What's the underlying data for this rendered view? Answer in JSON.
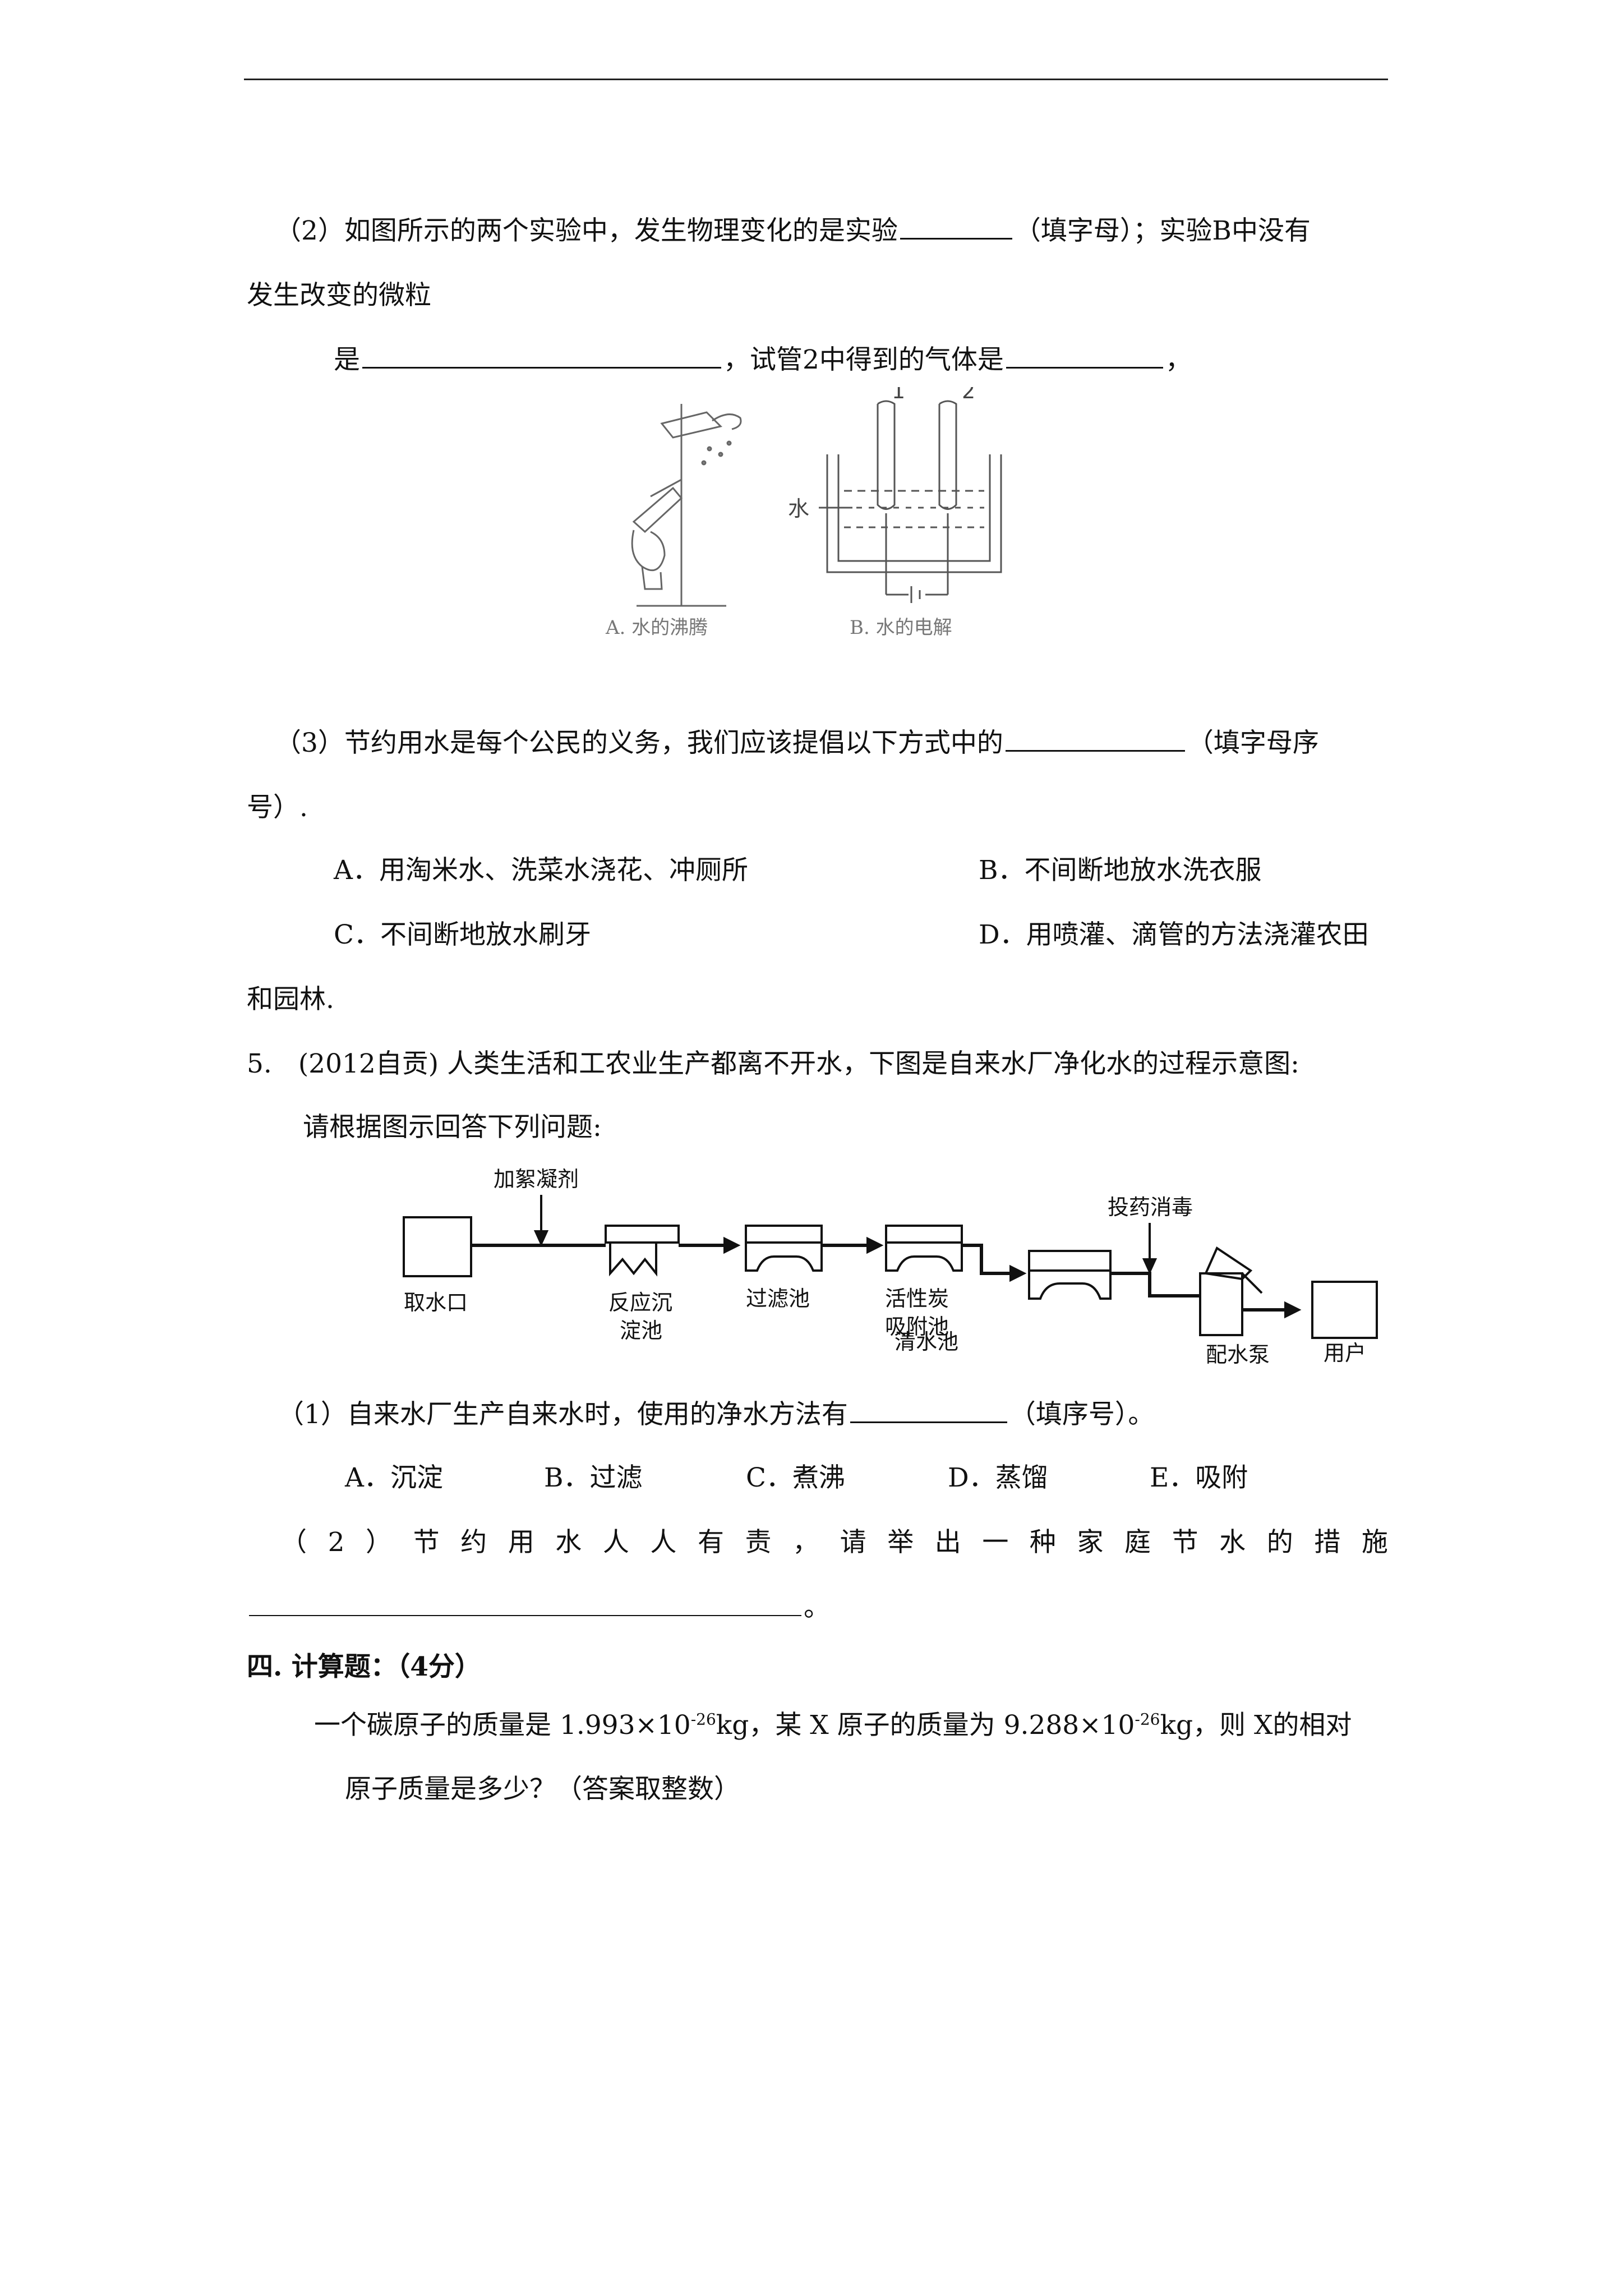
{
  "q2": {
    "line1_a": "（2）如图所示的两个实验中，发生物理变化的是实验",
    "line1_b": "（填字母）；实验B中没有",
    "line2": "发生改变的微粒",
    "line3_a": "是",
    "line3_b": "，试管2中得到的气体是",
    "line3_c": "，"
  },
  "figure1": {
    "label_a": "A. 水的沸腾",
    "label_b": "B. 水的电解",
    "water_label": "水",
    "tube1": "1",
    "tube2": "2"
  },
  "q3": {
    "line1_a": "（3）节约用水是每个公民的义务，我们应该提倡以下方式中的",
    "line1_b": "（填字母序",
    "line2": "号）.",
    "opt_a": "A．用淘米水、洗菜水浇花、冲厕所",
    "opt_b": "B．不间断地放水洗衣服",
    "opt_c": "C．不间断地放水刷牙",
    "opt_d": "D．用喷灌、滴管的方法浇灌农田",
    "cont": "和园林."
  },
  "q5": {
    "line1": "5.　(2012自贡) 人类生活和工农业生产都离不开水，下图是自来水厂净化水的过程示意图:",
    "line2": "请根据图示回答下列问题:"
  },
  "flow": {
    "add1": "加絮凝剂",
    "add2": "投药消毒",
    "s1": "取水口",
    "s2a": "反应沉",
    "s2b": "淀池",
    "s3": "过滤池",
    "s4a": "活性炭",
    "s4b": "吸附池",
    "s5": "清水池",
    "s6": "配水泵",
    "s7": "用户"
  },
  "q5_1": {
    "text_a": "（1）自来水厂生产自来水时，使用的净水方法有",
    "text_b": "（填序号）。",
    "opts": [
      "A．沉淀",
      "B．过滤",
      "C．煮沸",
      "D．蒸馏",
      "E．吸附"
    ]
  },
  "q5_2": {
    "chars": [
      "（",
      "2",
      "）",
      "节",
      "约",
      "用",
      "水",
      "人",
      "人",
      "有",
      "责",
      "，",
      "请",
      "举",
      "出",
      "一",
      "种",
      "家",
      "庭",
      "节",
      "水",
      "的",
      "措",
      "施"
    ],
    "end": "。"
  },
  "section4": {
    "heading": "四. 计算题：（4分）",
    "p1_a": "一个碳原子的质量是 1.993×10",
    "p1_exp1": "-26",
    "p1_b": "kg，某 X 原子的质量为 9.288×10",
    "p1_exp2": "-26",
    "p1_c": "kg，则 X的相对",
    "p2": "原子质量是多少？（答案取整数）"
  }
}
